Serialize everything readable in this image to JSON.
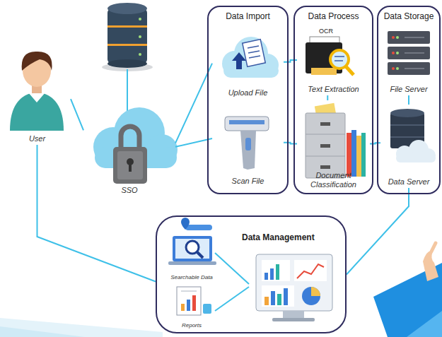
{
  "diagram": {
    "nodes": [
      {
        "text": [
          "User"
        ]
      },
      {
        "text": [
          "SSO"
        ]
      },
      {
        "text": [
          "Data Import"
        ]
      },
      {
        "text": [
          "Upload File"
        ],
        "in": 2
      },
      {
        "text": [
          "Scan File"
        ],
        "in": 2
      },
      {
        "text": [
          "Data Process"
        ]
      },
      {
        "text": [
          "OCR",
          "Text Extraction"
        ],
        "in": 5
      },
      {
        "text": [
          "Document Classification"
        ],
        "in": 5
      },
      {
        "text": [
          "Data Storage"
        ]
      },
      {
        "text": [
          "File Server"
        ],
        "in": 8
      },
      {
        "text": [
          "Data Server"
        ],
        "in": 8
      },
      {
        "text": [
          "Data Management"
        ]
      },
      {
        "text": [
          "Searchable Data"
        ],
        "in": 11
      },
      {
        "text": [
          "Reports"
        ],
        "in": 11
      }
    ],
    "edges": [
      {
        "from": 0,
        "to": 1,
        "arrow": "none"
      },
      {
        "from": 1,
        "to": 3,
        "arrow": "none"
      },
      {
        "from": 1,
        "to": 4,
        "arrow": "none"
      },
      {
        "from": 3,
        "to": 6,
        "arrow": "none"
      },
      {
        "from": 6,
        "to": 7,
        "arrow": "none"
      },
      {
        "from": 4,
        "to": 7,
        "arrow": "none"
      },
      {
        "from": 7,
        "to": 10,
        "arrow": "none"
      },
      {
        "from": 9,
        "to": 10,
        "arrow": "none"
      },
      {
        "from": 10,
        "to": 11,
        "arrow": "none"
      },
      {
        "from": 0,
        "to": 11,
        "arrow": "none"
      }
    ]
  }
}
